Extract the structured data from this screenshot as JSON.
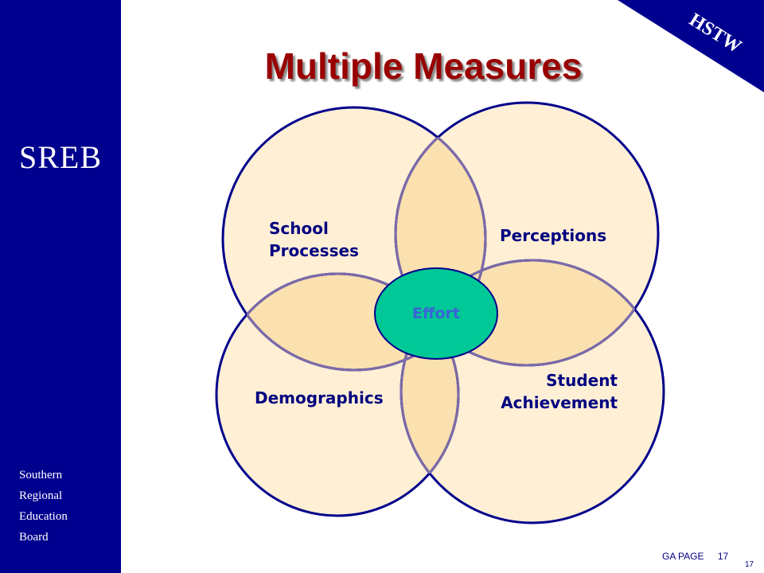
{
  "sidebar": {
    "logo": "SREB",
    "org_lines": [
      "Southern",
      "Regional",
      "Education",
      "Board"
    ]
  },
  "corner_badge": "HSTW",
  "title": "Multiple Measures",
  "diagram": {
    "circles": [
      {
        "name": "school-processes",
        "line1": "School",
        "line2": "Processes"
      },
      {
        "name": "perceptions",
        "label": "Perceptions"
      },
      {
        "name": "demographics",
        "label": "Demographics"
      },
      {
        "name": "student-achievement",
        "line1": "Student",
        "line2": "Achievement"
      }
    ],
    "center": "Effort"
  },
  "colors": {
    "sidebar": "#00008f",
    "title": "#990000",
    "circle_fill": "#ffefd5",
    "overlap_fill": "#fbe0b0",
    "circle_stroke": "#00008b",
    "inner_stroke": "#7b6ba8",
    "effort_fill": "#00c896"
  },
  "footer": {
    "text": "GA PAGE",
    "number": "17",
    "small_number": "17"
  }
}
